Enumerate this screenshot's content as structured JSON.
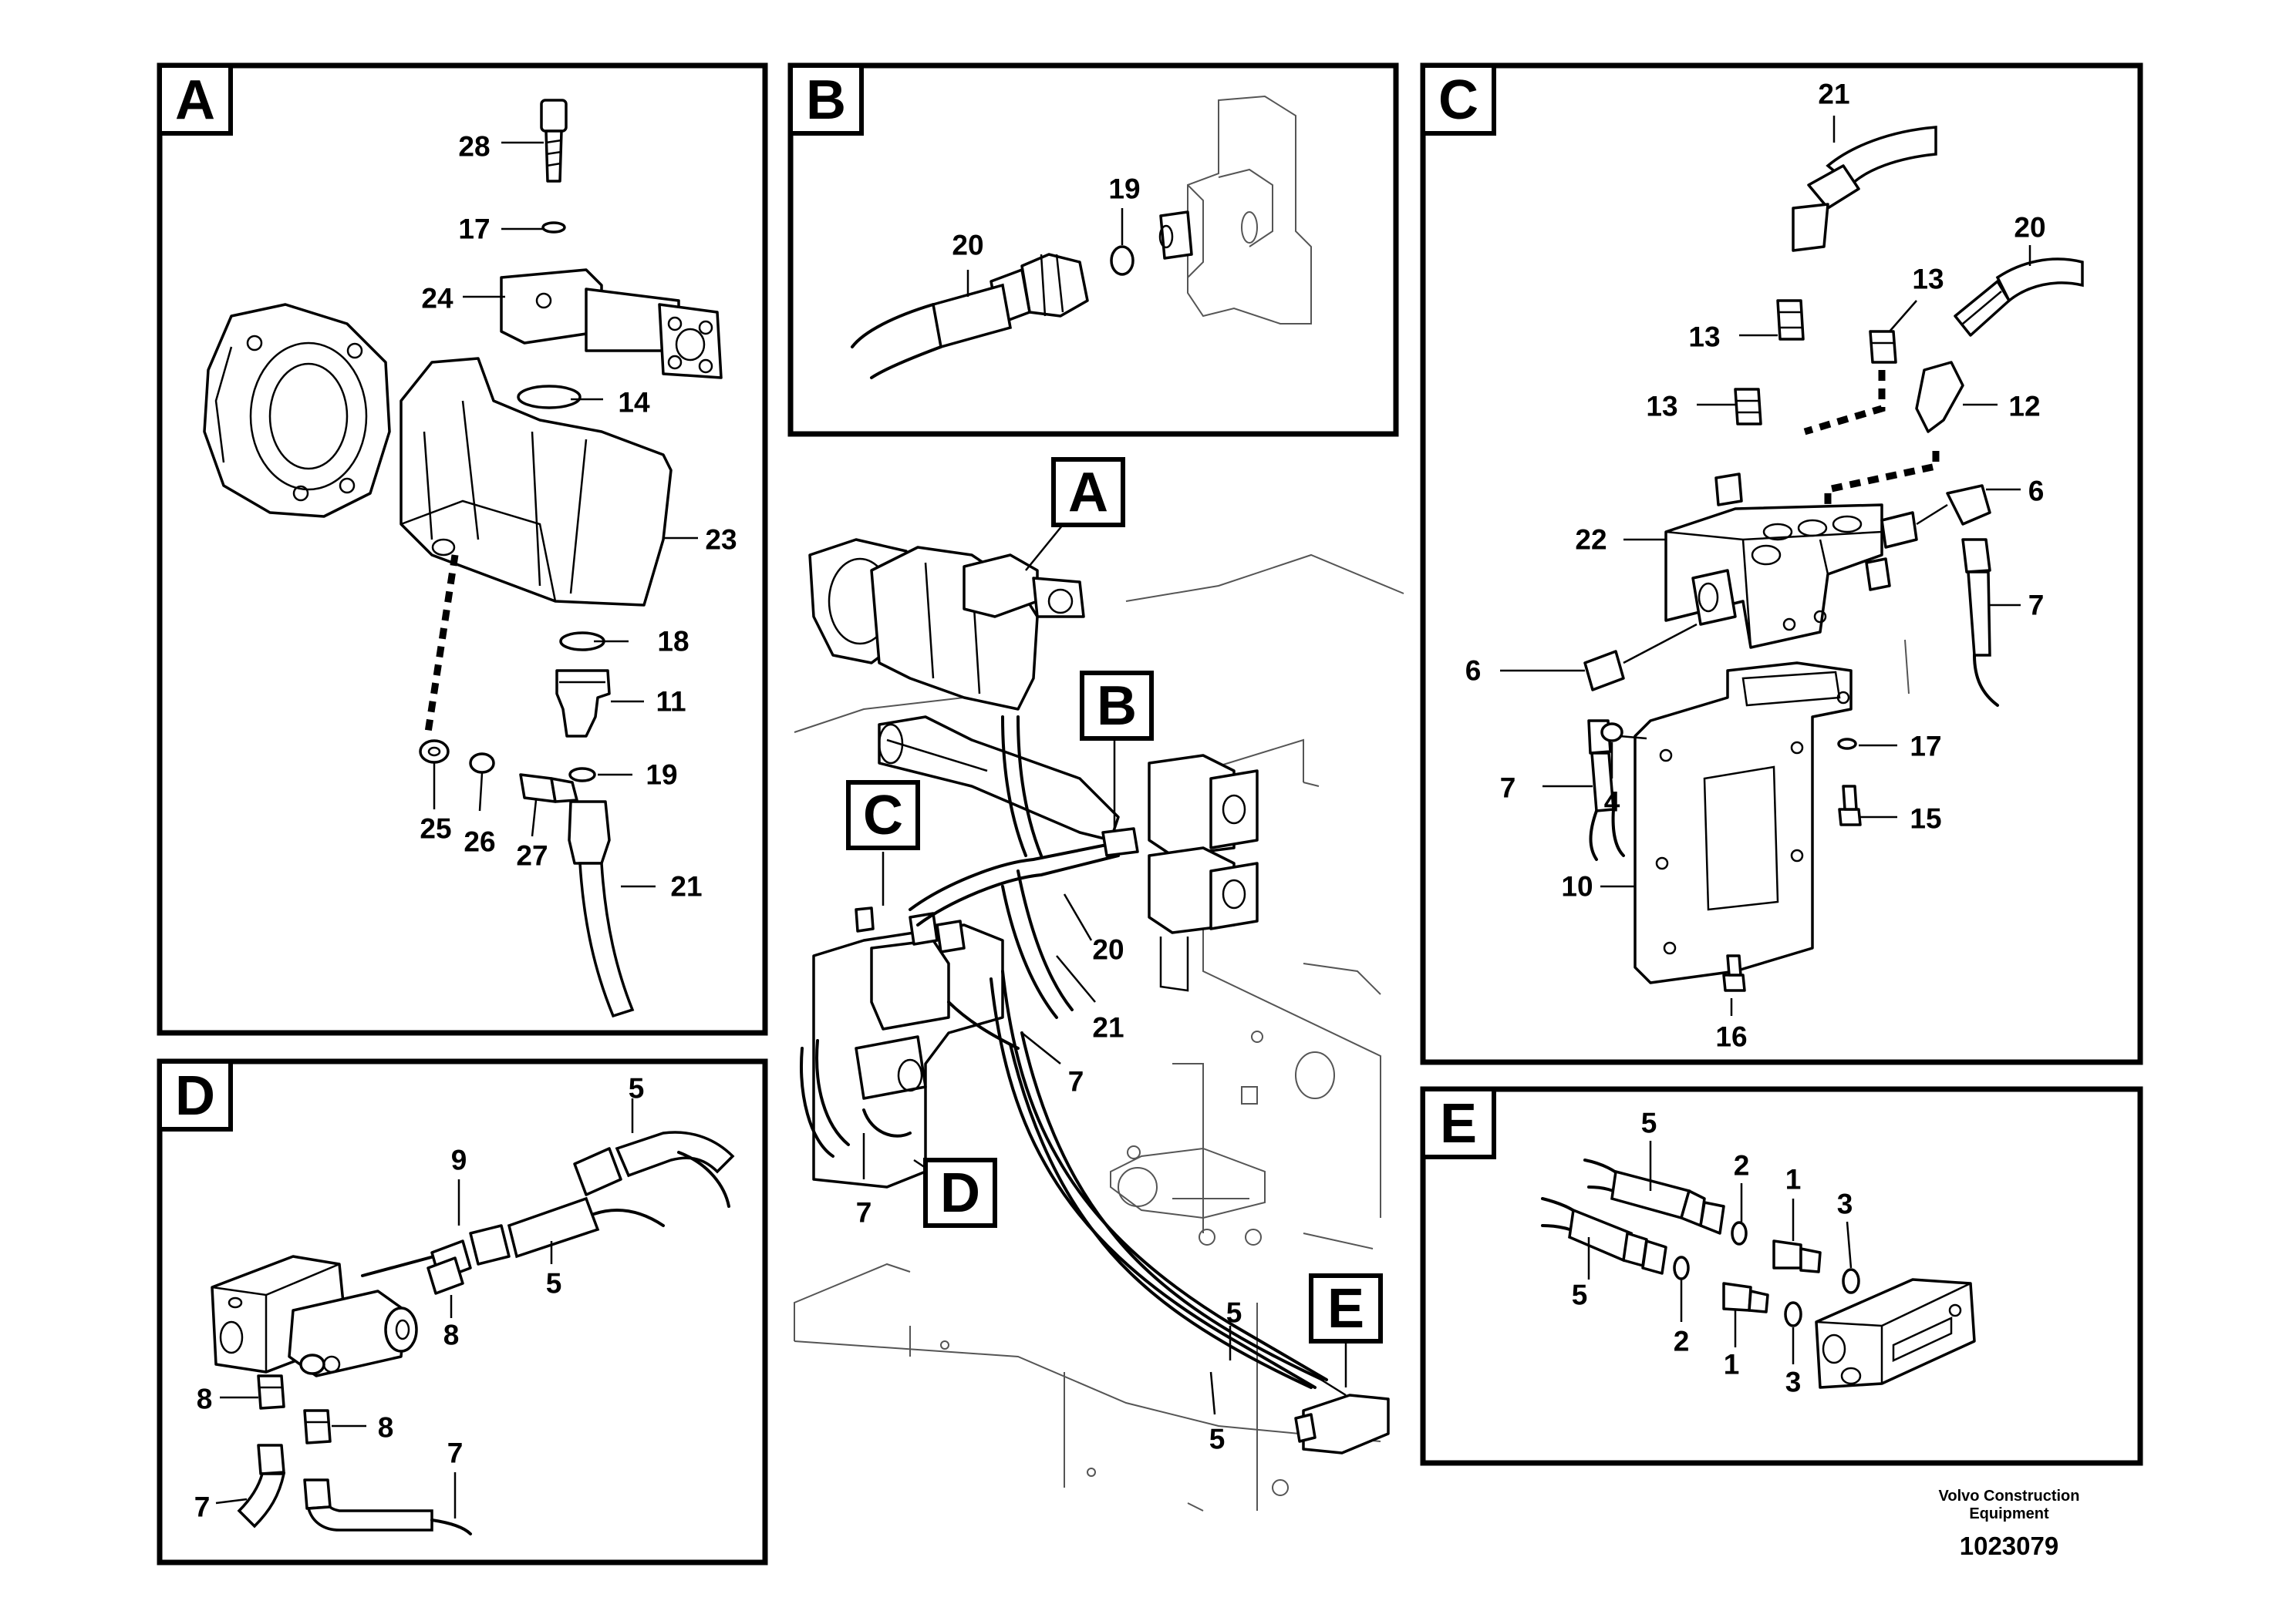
{
  "panels": {
    "A": {
      "tag": "A",
      "labels": [
        "28",
        "17",
        "24",
        "14",
        "23",
        "18",
        "11",
        "19",
        "25",
        "26",
        "27",
        "21"
      ]
    },
    "B": {
      "tag": "B",
      "labels": [
        "19",
        "20"
      ]
    },
    "C": {
      "tag": "C",
      "labels": [
        "21",
        "20",
        "13",
        "13",
        "13",
        "12",
        "6",
        "22",
        "7",
        "6",
        "17",
        "7",
        "4",
        "15",
        "10",
        "16"
      ]
    },
    "D": {
      "tag": "D",
      "labels": [
        "5",
        "9",
        "5",
        "8",
        "8",
        "8",
        "7",
        "7"
      ]
    },
    "E": {
      "tag": "E",
      "labels": [
        "5",
        "2",
        "1",
        "3",
        "5",
        "2",
        "1",
        "3"
      ]
    }
  },
  "overview": {
    "callouts": [
      "A",
      "B",
      "C",
      "D",
      "E"
    ],
    "labels": [
      "20",
      "21",
      "7",
      "7",
      "5",
      "5"
    ]
  },
  "footer": {
    "company_line1": "Volvo Construction",
    "company_line2": "Equipment",
    "drawing_number": "1023079"
  }
}
